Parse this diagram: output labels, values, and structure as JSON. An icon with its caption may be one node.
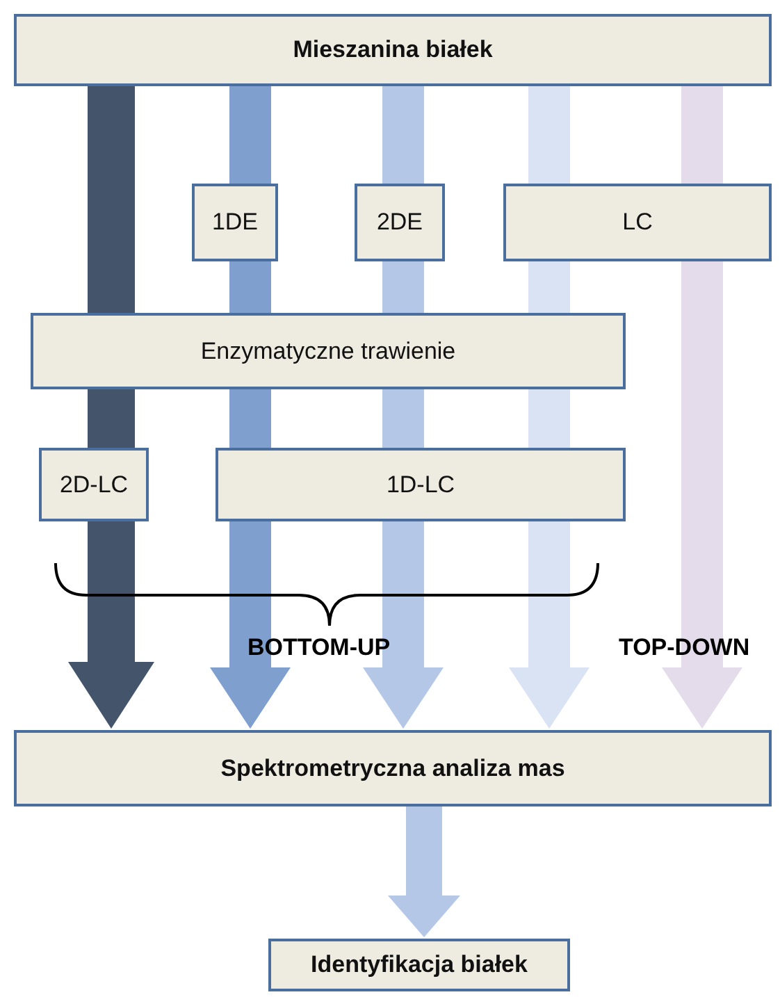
{
  "diagram": {
    "nodes": [
      {
        "text": [
          "Mieszanina białek"
        ]
      },
      {
        "text": [
          "1DE"
        ]
      },
      {
        "text": [
          "2DE"
        ]
      },
      {
        "text": [
          "LC"
        ]
      },
      {
        "text": [
          "Enzymatyczne trawienie"
        ]
      },
      {
        "text": [
          "2D-LC"
        ]
      },
      {
        "text": [
          "1D-LC"
        ]
      },
      {
        "text": [
          "Spektrometryczna analiza mas"
        ]
      },
      {
        "text": [
          "Identyfikacja białek"
        ]
      }
    ],
    "edges": [
      {
        "from": 0,
        "to": 4,
        "arrow": "none",
        "color": "#44546a"
      },
      {
        "from": 4,
        "to": 5,
        "arrow": "none",
        "color": "#44546a"
      },
      {
        "from": 5,
        "to": 7,
        "arrow": "to",
        "color": "#44546a"
      },
      {
        "from": 0,
        "to": 1,
        "arrow": "none",
        "color": "#7f9fcf"
      },
      {
        "from": 1,
        "to": 4,
        "arrow": "none",
        "color": "#7f9fcf"
      },
      {
        "from": 4,
        "to": 6,
        "arrow": "none",
        "color": "#7f9fcf"
      },
      {
        "from": 6,
        "to": 7,
        "arrow": "to",
        "color": "#7f9fcf"
      },
      {
        "from": 0,
        "to": 2,
        "arrow": "none",
        "color": "#b4c7e7"
      },
      {
        "from": 2,
        "to": 4,
        "arrow": "none",
        "color": "#b4c7e7"
      },
      {
        "from": 4,
        "to": 6,
        "arrow": "none",
        "color": "#b4c7e7"
      },
      {
        "from": 6,
        "to": 7,
        "arrow": "to",
        "color": "#b4c7e7"
      },
      {
        "from": 0,
        "to": 3,
        "arrow": "none",
        "color": "#dae3f3"
      },
      {
        "from": 3,
        "to": 4,
        "arrow": "none",
        "color": "#dae3f3"
      },
      {
        "from": 4,
        "to": 6,
        "arrow": "none",
        "color": "#dae3f3"
      },
      {
        "from": 6,
        "to": 7,
        "arrow": "to",
        "color": "#dae3f3"
      },
      {
        "from": 0,
        "to": 3,
        "arrow": "none",
        "color": "#e4dcea"
      },
      {
        "from": 3,
        "to": 7,
        "arrow": "to",
        "color": "#e4dcea"
      },
      {
        "from": 7,
        "to": 8,
        "arrow": "to",
        "color": "#b4c7e7"
      }
    ],
    "labels": [
      "BOTTOM-UP",
      "TOP-DOWN"
    ]
  }
}
